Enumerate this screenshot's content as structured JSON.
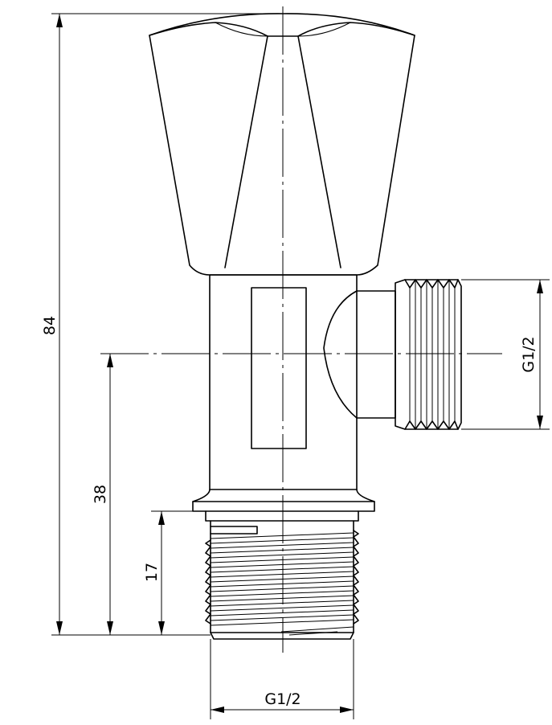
{
  "dimensions": {
    "overall_height": "84",
    "center_height": "38",
    "thread_length": "17",
    "outlet_thread": "G1/2",
    "inlet_thread": "G1/2"
  }
}
